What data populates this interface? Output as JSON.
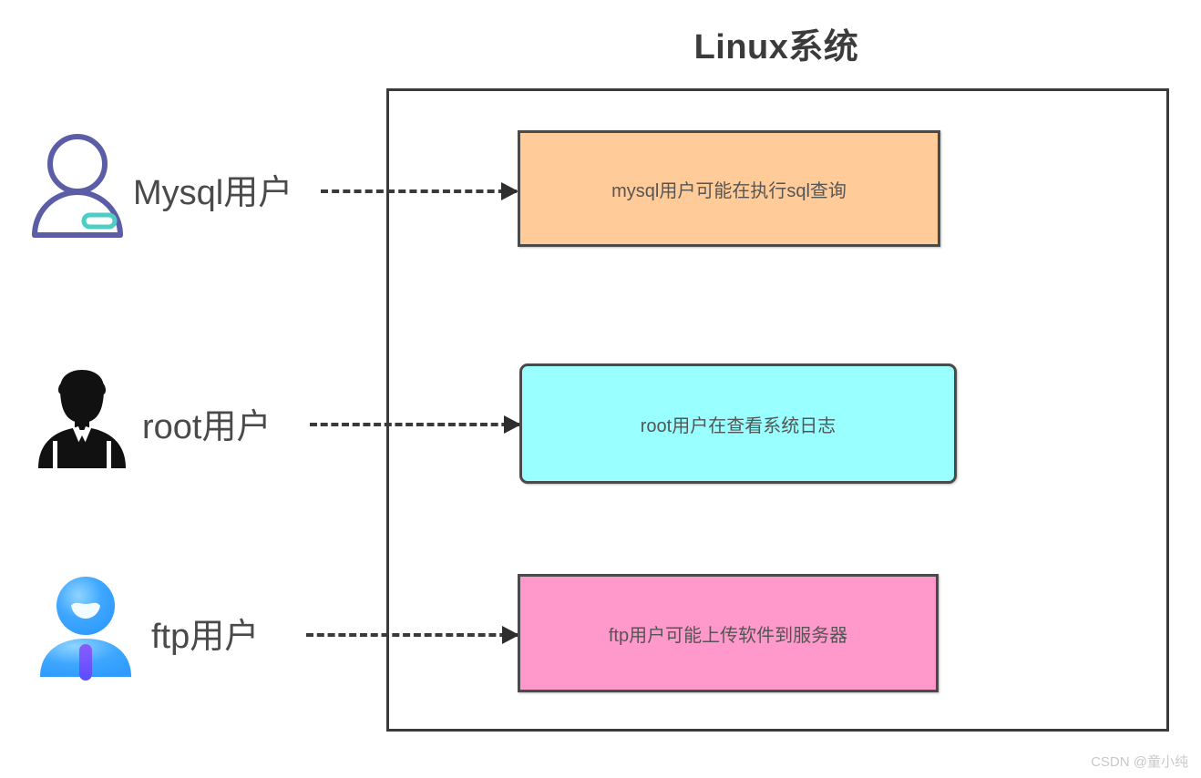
{
  "title": "Linux系统",
  "watermark": "CSDN @童小纯",
  "colors": {
    "title": "#3b3b3b",
    "container_border": "#3a3a3a",
    "mysql_box_fill": "#ffcc99",
    "root_box_fill": "#99ffff",
    "ftp_box_fill": "#ff99cc",
    "box_border": "#4a4a4a",
    "connector": "#3a3a3a",
    "label_text": "#4a4a4a",
    "box_text": "#555555",
    "mysql_icon_outline": "#5b5ea6",
    "mysql_icon_badge": "#4ecdc4",
    "root_icon": "#111111",
    "ftp_icon_primary": "#2f9bff",
    "ftp_icon_accent": "#7b4dff",
    "watermark": "#c9c9c9"
  },
  "rows": [
    {
      "id": "mysql",
      "icon_name": "user-outline-icon",
      "label": "Mysql用户",
      "connector_name": "dashed-arrow-mysql",
      "box_label": "mysql用户可能在执行sql查询"
    },
    {
      "id": "root",
      "icon_name": "businessman-silhouette-icon",
      "label": "root用户",
      "connector_name": "dashed-arrow-root",
      "box_label": "root用户在查看系统日志"
    },
    {
      "id": "ftp",
      "icon_name": "user-avatar-blue-icon",
      "label": "ftp用户",
      "connector_name": "dashed-arrow-ftp",
      "box_label": "ftp用户可能上传软件到服务器"
    }
  ]
}
